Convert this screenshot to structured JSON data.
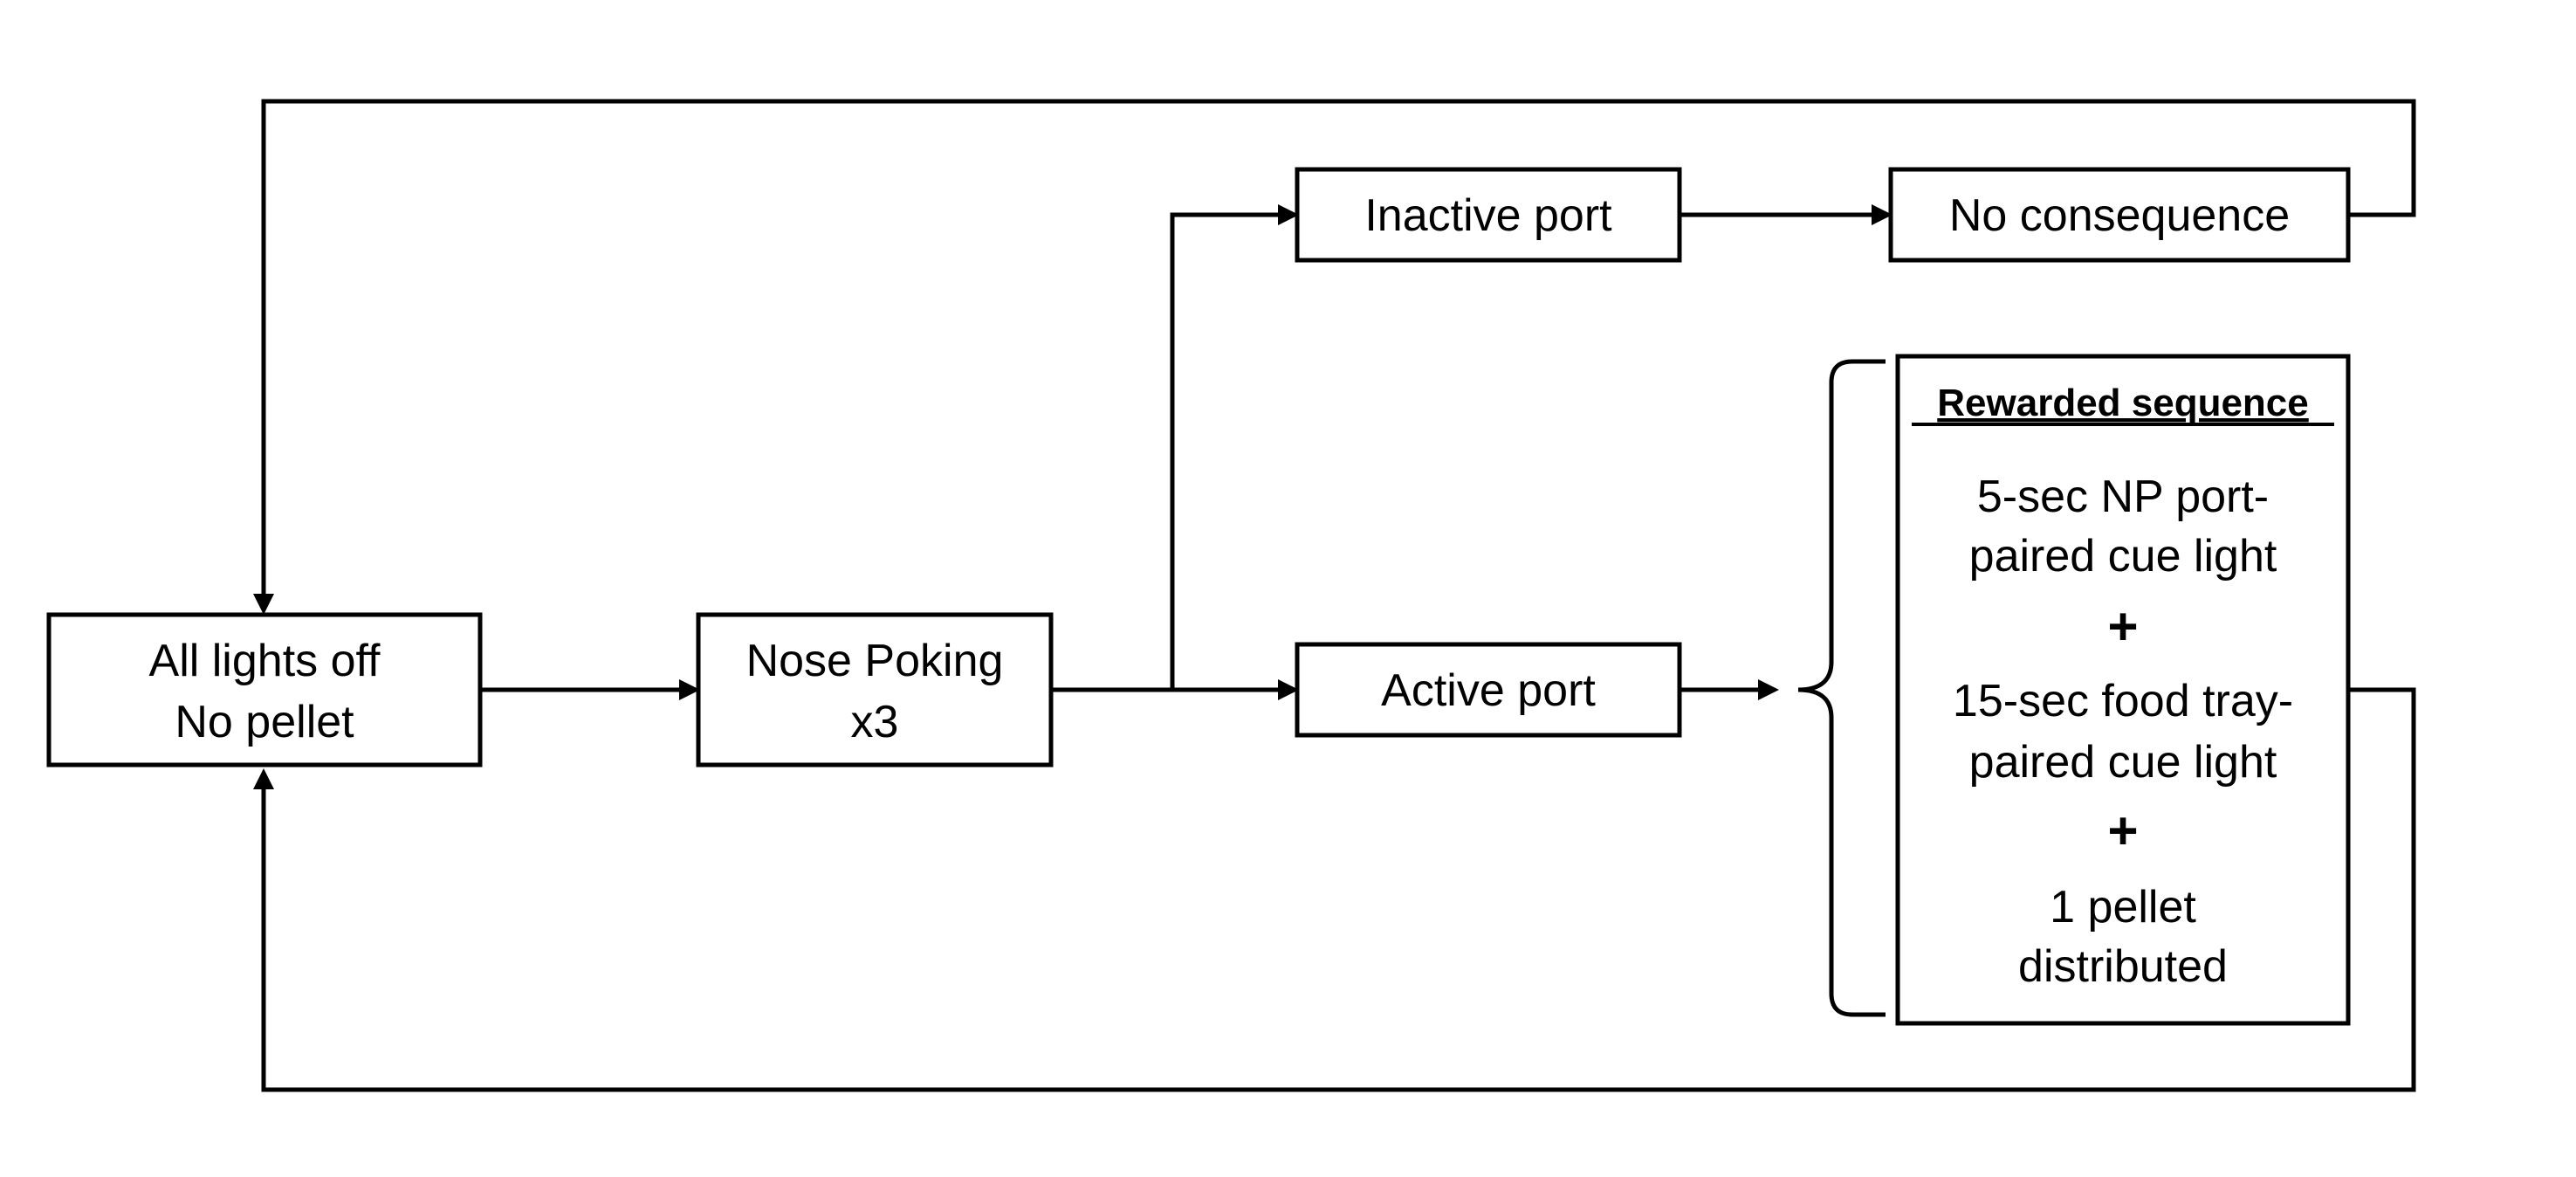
{
  "nodes": {
    "all_lights_off": {
      "line1": "All lights off",
      "line2": "No pellet"
    },
    "nose_poking": {
      "line1": "Nose Poking",
      "line2": "x3"
    },
    "inactive_port": {
      "label": "Inactive port"
    },
    "active_port": {
      "label": "Active port"
    },
    "no_consequence": {
      "label": "No consequence"
    },
    "rewarded_sequence": {
      "title": "Rewarded sequence",
      "step1_line1": "5-sec NP port-",
      "step1_line2": "paired cue light",
      "plus1": "+",
      "step2_line1": "15-sec food tray-",
      "step2_line2": "paired cue light",
      "plus2": "+",
      "step3_line1": "1 pellet",
      "step3_line2": "distributed"
    }
  },
  "edges": [
    {
      "from": "all_lights_off",
      "to": "nose_poking"
    },
    {
      "from": "nose_poking",
      "to": "inactive_port"
    },
    {
      "from": "nose_poking",
      "to": "active_port"
    },
    {
      "from": "inactive_port",
      "to": "no_consequence"
    },
    {
      "from": "active_port",
      "to": "rewarded_sequence"
    },
    {
      "from": "no_consequence",
      "to": "all_lights_off"
    },
    {
      "from": "rewarded_sequence",
      "to": "all_lights_off"
    }
  ]
}
